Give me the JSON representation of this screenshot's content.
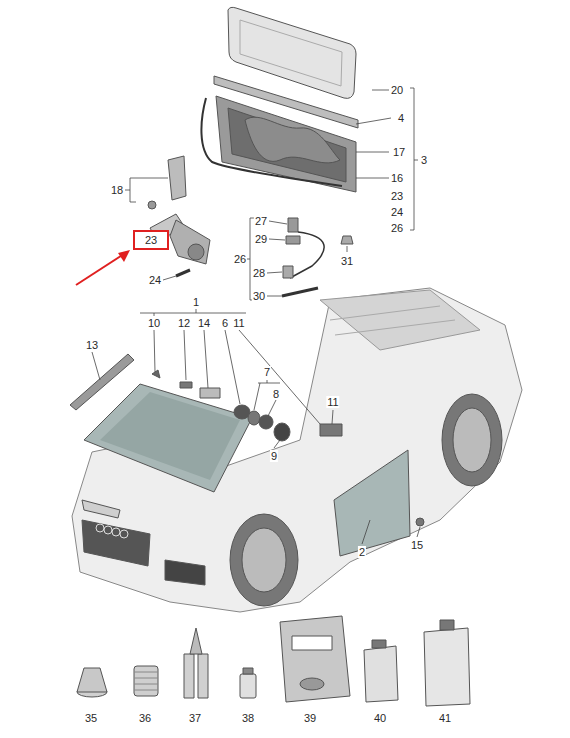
{
  "diagram": {
    "nodes": [
      {
        "text": [
          "23"
        ]
      }
    ],
    "labels": [
      "20",
      "4",
      "17",
      "3",
      "16",
      "23",
      "24",
      "26",
      "18",
      "27",
      "29",
      "26",
      "31",
      "24",
      "28",
      "30",
      "1",
      "10",
      "12",
      "14",
      "6",
      "11",
      "13",
      "7",
      "8",
      "11",
      "9",
      "2",
      "15",
      "35",
      "36",
      "37",
      "38",
      "39",
      "40",
      "41"
    ]
  }
}
